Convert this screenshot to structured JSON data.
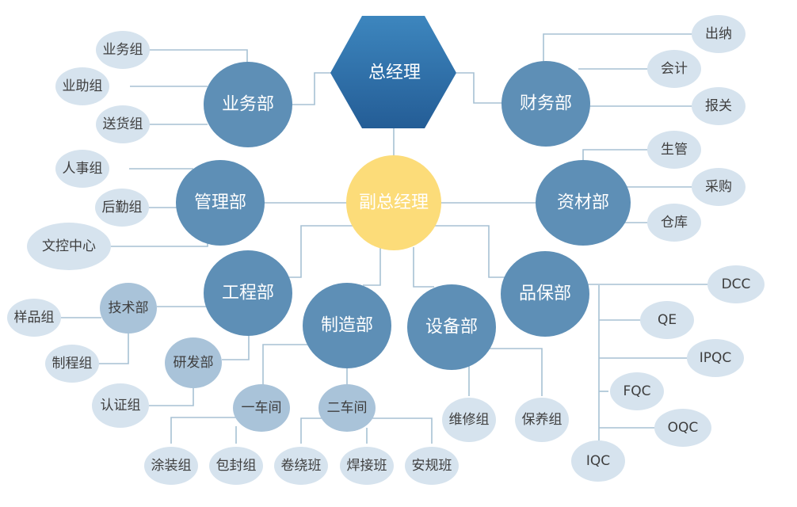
{
  "colors": {
    "dept": "#5e8fb6",
    "team": "#d6e3ee",
    "mid": "#a9c3d9",
    "gm": "#2f6ea6",
    "deputy": "#fcdc79",
    "line": "#a7c1d4",
    "white_text": "#ffffff",
    "dark_text": "#3e3e3e"
  },
  "gm": {
    "label": "总经理"
  },
  "deputy": {
    "label": "副总经理"
  },
  "nodes": [
    {
      "id": "business",
      "label": "业务部",
      "kind": "dept"
    },
    {
      "id": "business-g1",
      "label": "业务组",
      "kind": "team"
    },
    {
      "id": "business-g2",
      "label": "业助组",
      "kind": "team"
    },
    {
      "id": "business-g3",
      "label": "送货组",
      "kind": "team"
    },
    {
      "id": "finance",
      "label": "财务部",
      "kind": "dept"
    },
    {
      "id": "finance-g1",
      "label": "出纳",
      "kind": "team"
    },
    {
      "id": "finance-g2",
      "label": "会计",
      "kind": "team"
    },
    {
      "id": "finance-g3",
      "label": "报关",
      "kind": "team"
    },
    {
      "id": "admin",
      "label": "管理部",
      "kind": "dept"
    },
    {
      "id": "admin-g1",
      "label": "人事组",
      "kind": "team"
    },
    {
      "id": "admin-g2",
      "label": "后勤组",
      "kind": "team"
    },
    {
      "id": "admin-g3",
      "label": "文控中心",
      "kind": "team"
    },
    {
      "id": "materials",
      "label": "资材部",
      "kind": "dept"
    },
    {
      "id": "materials-g1",
      "label": "生管",
      "kind": "team"
    },
    {
      "id": "materials-g2",
      "label": "采购",
      "kind": "team"
    },
    {
      "id": "materials-g3",
      "label": "仓库",
      "kind": "team"
    },
    {
      "id": "engineering",
      "label": "工程部",
      "kind": "dept"
    },
    {
      "id": "tech",
      "label": "技术部",
      "kind": "mid"
    },
    {
      "id": "tech-g1",
      "label": "样品组",
      "kind": "team"
    },
    {
      "id": "tech-g2",
      "label": "制程组",
      "kind": "team"
    },
    {
      "id": "rnd",
      "label": "研发部",
      "kind": "mid"
    },
    {
      "id": "rnd-g1",
      "label": "认证组",
      "kind": "team"
    },
    {
      "id": "manufacturing",
      "label": "制造部",
      "kind": "dept"
    },
    {
      "id": "ws1",
      "label": "一车间",
      "kind": "mid"
    },
    {
      "id": "ws1-g1",
      "label": "涂装组",
      "kind": "team"
    },
    {
      "id": "ws1-g2",
      "label": "包封组",
      "kind": "team"
    },
    {
      "id": "ws2",
      "label": "二车间",
      "kind": "mid"
    },
    {
      "id": "ws2-g1",
      "label": "卷绕班",
      "kind": "team"
    },
    {
      "id": "ws2-g2",
      "label": "焊接班",
      "kind": "team"
    },
    {
      "id": "ws2-g3",
      "label": "安规班",
      "kind": "team"
    },
    {
      "id": "equipment",
      "label": "设备部",
      "kind": "dept"
    },
    {
      "id": "equipment-g1",
      "label": "维修组",
      "kind": "team"
    },
    {
      "id": "equipment-g2",
      "label": "保养组",
      "kind": "team"
    },
    {
      "id": "quality",
      "label": "品保部",
      "kind": "dept"
    },
    {
      "id": "quality-g1",
      "label": "DCC",
      "kind": "team"
    },
    {
      "id": "quality-g2",
      "label": "QE",
      "kind": "team"
    },
    {
      "id": "quality-g3",
      "label": "IPQC",
      "kind": "team"
    },
    {
      "id": "quality-g4",
      "label": "FQC",
      "kind": "team"
    },
    {
      "id": "quality-g5",
      "label": "OQC",
      "kind": "team"
    },
    {
      "id": "quality-g6",
      "label": "IQC",
      "kind": "team"
    }
  ]
}
